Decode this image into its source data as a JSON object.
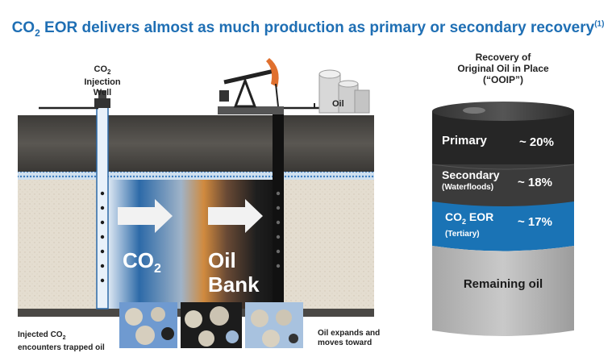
{
  "title": {
    "pre": "CO",
    "sub": "2",
    "main": " EOR delivers almost as much production as primary or secondary recovery",
    "note": "(1)"
  },
  "diagram": {
    "injection_well": {
      "line1_pre": "CO",
      "line1_sub": "2",
      "line2": "Injection",
      "line3": "Well"
    },
    "oil_tank_label": "Oil",
    "co2_zone": {
      "pre": "CO",
      "sub": "2"
    },
    "oil_bank": {
      "line1": "Oil",
      "line2": "Bank"
    },
    "caption_left": {
      "line1_pre": "Injected CO",
      "line1_sub": "2",
      "line2": "encounters trapped oil"
    },
    "caption_right": {
      "line1": "Oil expands and",
      "line2": "moves toward"
    }
  },
  "recovery_chart": {
    "header": {
      "line1": "Recovery of",
      "line2": "Original Oil in Place",
      "line3": "(“OOIP”)"
    },
    "segments": [
      {
        "label": "Primary",
        "sublabel": "",
        "value": "~ 20%",
        "color": "#262626"
      },
      {
        "label": "Secondary",
        "sublabel": "(Waterfloods)",
        "value": "~ 18%",
        "color": "#3b3b3b"
      },
      {
        "label_pre": "CO",
        "label_sub": "2",
        "label_post": " EOR",
        "sublabel": "(Tertiary)",
        "value": "~ 17%",
        "color": "#1a73b5"
      },
      {
        "label": "Remaining oil",
        "color": "#b9b9b9"
      }
    ]
  },
  "colors": {
    "title": "#1f6fb4",
    "co2_blue": "#1a73b5",
    "reservoir_rock": "#e4ddd0",
    "cap_rock": "#4a4a4a"
  }
}
